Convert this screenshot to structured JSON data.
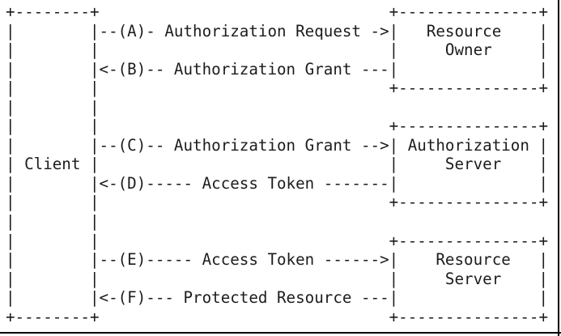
{
  "diagram": {
    "ascii_lines": [
      "+--------+                               +---------------+",
      "|        |--(A)- Authorization Request ->|   Resource    |",
      "|        |                               |     Owner     |",
      "|        |<-(B)-- Authorization Grant ---|               |",
      "|        |                               +---------------+",
      "|        |",
      "|        |                               +---------------+",
      "|        |--(C)-- Authorization Grant -->| Authorization |",
      "| Client |                               |     Server    |",
      "|        |<-(D)----- Access Token -------|               |",
      "|        |                               +---------------+",
      "|        |",
      "|        |                               +---------------+",
      "|        |--(E)----- Access Token ------>|    Resource   |",
      "|        |                               |     Server    |",
      "|        |<-(F)--- Protected Resource ---|               |",
      "+--------+                               +---------------+"
    ],
    "entities": [
      "Client",
      "Resource Owner",
      "Authorization Server",
      "Resource Server"
    ],
    "steps": [
      {
        "id": "A",
        "label": "Authorization Request",
        "from": "Client",
        "to": "Resource Owner"
      },
      {
        "id": "B",
        "label": "Authorization Grant",
        "from": "Resource Owner",
        "to": "Client"
      },
      {
        "id": "C",
        "label": "Authorization Grant",
        "from": "Client",
        "to": "Authorization Server"
      },
      {
        "id": "D",
        "label": "Access Token",
        "from": "Authorization Server",
        "to": "Client"
      },
      {
        "id": "E",
        "label": "Access Token",
        "from": "Client",
        "to": "Resource Server"
      },
      {
        "id": "F",
        "label": "Protected Resource",
        "from": "Resource Server",
        "to": "Client"
      }
    ],
    "colors": {
      "background": "#ffffff",
      "text": "#1c1c1c",
      "frame": "#000000"
    }
  }
}
